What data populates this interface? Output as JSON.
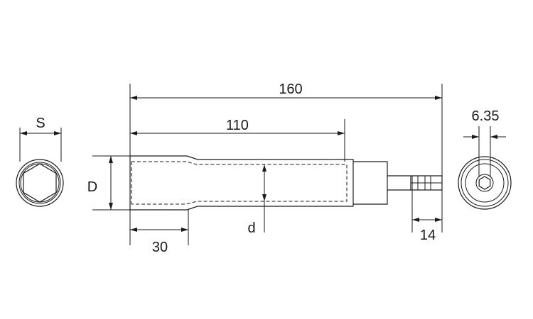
{
  "dimensions": {
    "overall_length": "160",
    "socket_depth": "110",
    "front_length": "30",
    "hex_shank_length": "14",
    "hex_shank_size": "6.35",
    "hex_size": "S",
    "outer_diameter": "D",
    "inner_diameter": "d"
  },
  "colors": {
    "line": "#1a1a1a",
    "background": "#ffffff"
  }
}
